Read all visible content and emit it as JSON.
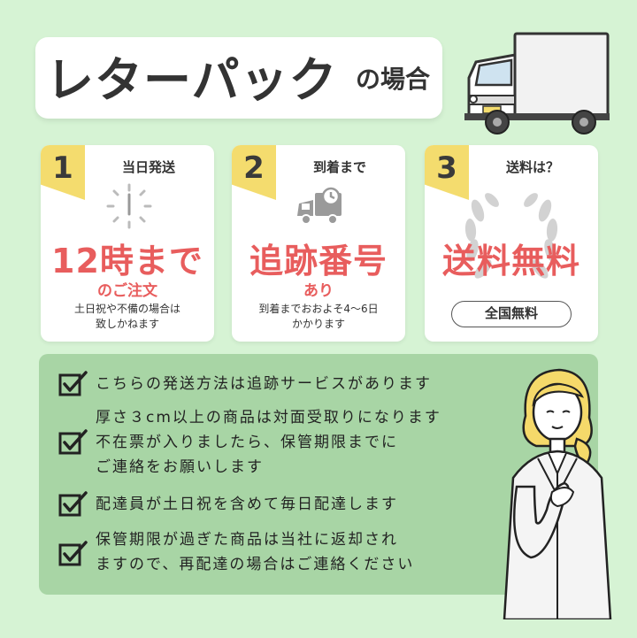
{
  "header": {
    "title_main": "レターパック",
    "title_sub": "の場合"
  },
  "cards": [
    {
      "number": "1",
      "heading": "当日発送",
      "big": "12時まで",
      "red": "のご注文",
      "note": "土日祝や不備の場合は\n致しかねます",
      "icon": "clock-icon"
    },
    {
      "number": "2",
      "heading": "到着まで",
      "big": "追跡番号",
      "red": "あり",
      "note": "到着までおおよそ4〜6日\nかかります",
      "icon": "delivery-truck-icon"
    },
    {
      "number": "3",
      "heading": "送料は？",
      "big": "送料無料",
      "pill": "全国無料",
      "icon": "laurel-wreath-icon"
    }
  ],
  "checklist": [
    "こちらの発送方法は追跡サービスがあります",
    "厚さ３cm以上の商品は対面受取りになります\n不在票が入りましたら、保管期限までに\nご連絡をお願いします",
    "配達員が土日祝を含めて毎日配達します",
    "保管期限が過ぎた商品は当社に返却され\nますので、再配達の場合はご連絡ください"
  ],
  "colors": {
    "background": "#d6f3d4",
    "panel": "#a8d5a5",
    "accent_red": "#e85d5d",
    "tag_yellow": "#f4dc6e"
  }
}
